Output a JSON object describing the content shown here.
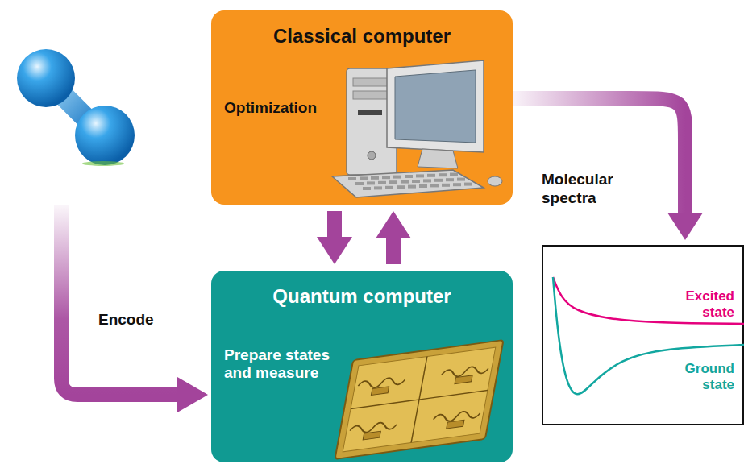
{
  "diagram": {
    "nodes": [
      {
        "text": [
          "Classical computer",
          "Optimization"
        ]
      },
      {
        "text": [
          "Quantum computer",
          "Prepare states and measure"
        ]
      },
      {
        "text": [
          "Excited state",
          "Ground state"
        ]
      }
    ],
    "edges": [
      {
        "from": 0,
        "to": 1,
        "arrow": "to"
      },
      {
        "from": 1,
        "to": 0,
        "arrow": "to"
      },
      {
        "from": 0,
        "to": 2,
        "label": "Molecular spectra",
        "arrow": "to"
      }
    ],
    "labels": [
      "Encode"
    ]
  }
}
